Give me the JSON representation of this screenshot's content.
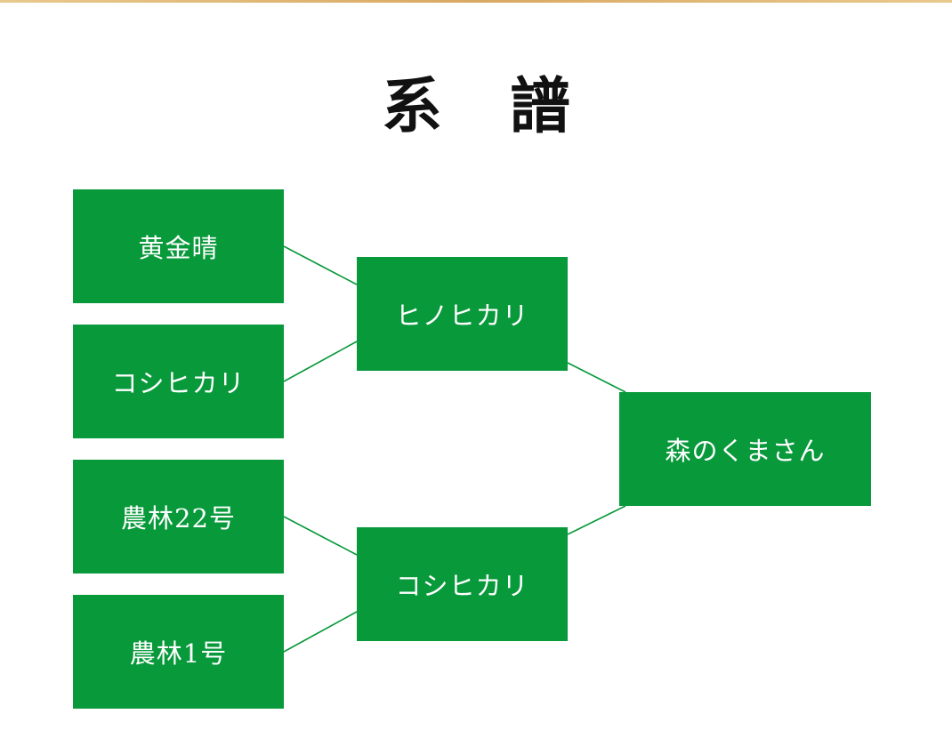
{
  "title": {
    "char1": "系",
    "char2": "譜"
  },
  "colors": {
    "node_fill": "#08993b",
    "node_text": "#ffffff",
    "connector": "#08993b",
    "top_rule": "#d9a862"
  },
  "pedigree": {
    "offspring": "森のくまさん",
    "parents": [
      {
        "name": "ヒノヒカリ",
        "parents": [
          "黄金晴",
          "コシヒカリ"
        ]
      },
      {
        "name": "コシヒカリ",
        "parents": [
          "農林22号",
          "農林1号"
        ]
      }
    ]
  }
}
